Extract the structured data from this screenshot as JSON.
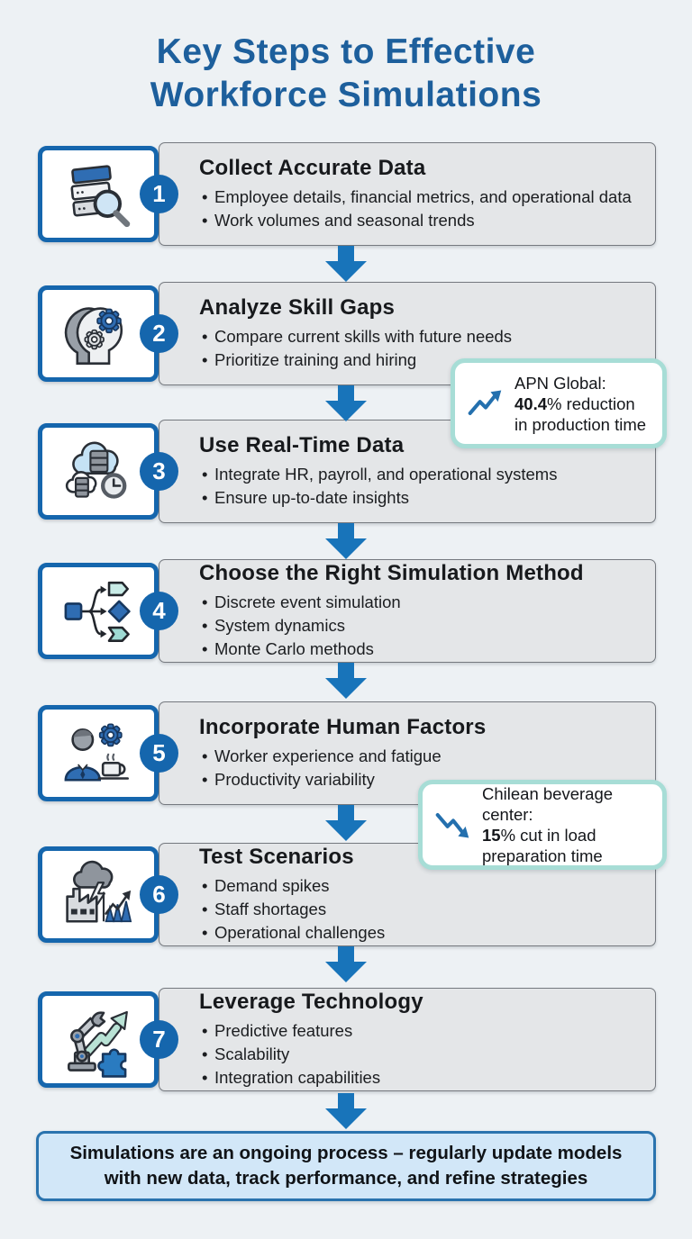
{
  "title": {
    "line1": "Key Steps to Effective",
    "line2": "Workforce Simulations"
  },
  "steps": [
    {
      "number": "1",
      "title": "Collect Accurate Data",
      "icon": "database-search-icon",
      "bullets": [
        "Employee details, financial metrics, and operational data",
        "Work volumes and seasonal trends"
      ]
    },
    {
      "number": "2",
      "title": "Analyze Skill Gaps",
      "icon": "head-gears-icon",
      "bullets": [
        "Compare current skills with future needs",
        "Prioritize training and hiring"
      ]
    },
    {
      "number": "3",
      "title": "Use Real-Time Data",
      "icon": "cloud-servers-clock-icon",
      "bullets": [
        "Integrate HR, payroll, and operational systems",
        "Ensure up-to-date insights"
      ]
    },
    {
      "number": "4",
      "title": "Choose the Right Simulation Method",
      "icon": "flowchart-branches-icon",
      "bullets": [
        "Discrete event simulation",
        "System dynamics",
        "Monte Carlo methods"
      ]
    },
    {
      "number": "5",
      "title": "Incorporate Human Factors",
      "icon": "worker-gear-coffee-icon",
      "bullets": [
        "Worker experience and fatigue",
        "Productivity variability"
      ]
    },
    {
      "number": "6",
      "title": "Test Scenarios",
      "icon": "factory-storm-chart-icon",
      "bullets": [
        "Demand spikes",
        "Staff shortages",
        "Operational challenges"
      ]
    },
    {
      "number": "7",
      "title": "Leverage Technology",
      "icon": "robot-arm-growth-puzzle-icon",
      "bullets": [
        "Predictive features",
        "Scalability",
        "Integration capabilities"
      ]
    }
  ],
  "callouts": [
    {
      "label": "APN Global:",
      "stat": "40.4",
      "text_after_stat": "% reduction in production time",
      "trend": "up"
    },
    {
      "label": "Chilean beverage center:",
      "stat": "15",
      "text_after_stat": "% cut in load preparation time",
      "trend": "down"
    }
  ],
  "footer": {
    "text": "Simulations are an ongoing process – regularly update models with new data, track performance, and refine strategies"
  },
  "colors": {
    "background": "#edf1f4",
    "title_blue": "#1d5f9c",
    "accent_blue": "#1566ad",
    "arrow_blue": "#1874ba",
    "box_fill": "#e4e6e8",
    "box_border": "#75797f",
    "callout_border": "#a7ddd6",
    "footer_fill": "#d2e7f8",
    "footer_border": "#2a73ae"
  }
}
